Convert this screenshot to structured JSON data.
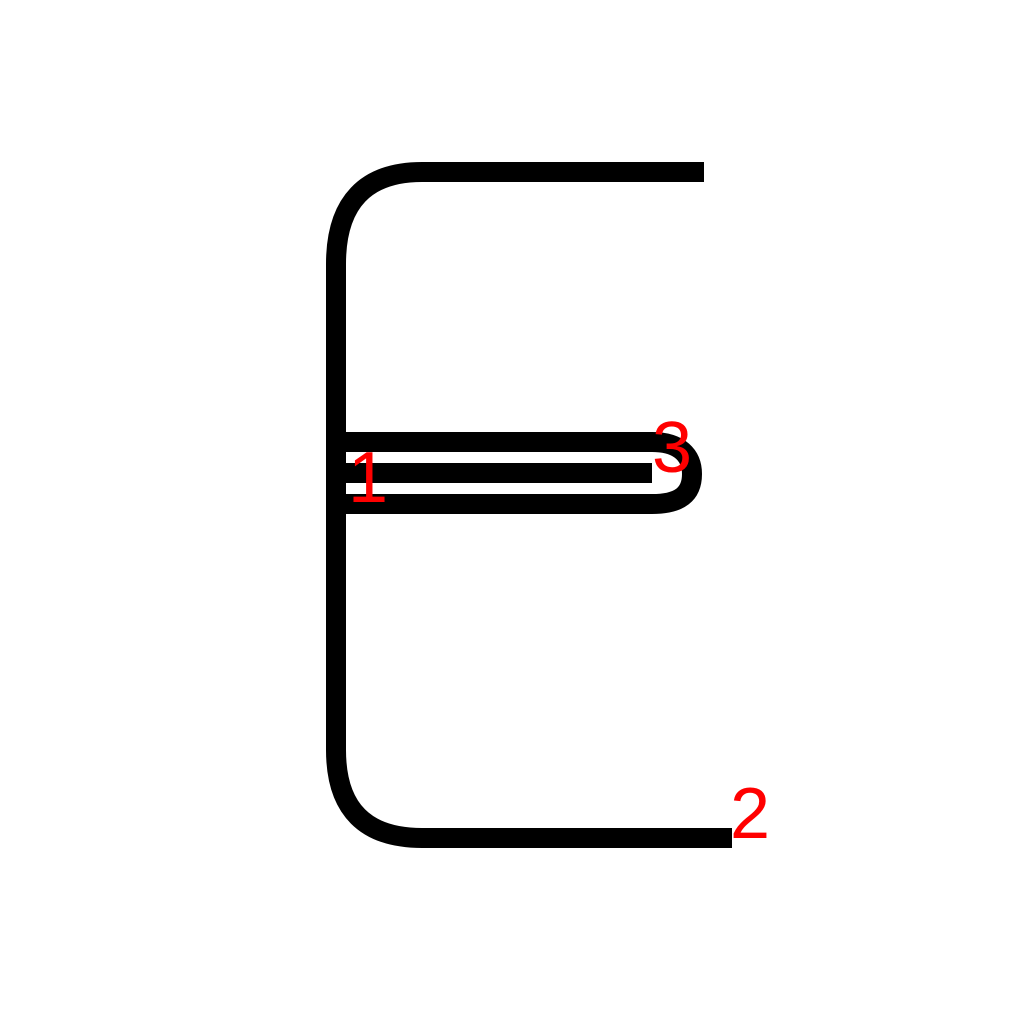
{
  "diagram": {
    "stroke_color": "#000000",
    "label_color": "#ff0000",
    "labels": {
      "one": "1",
      "two": "2",
      "three": "3"
    }
  }
}
